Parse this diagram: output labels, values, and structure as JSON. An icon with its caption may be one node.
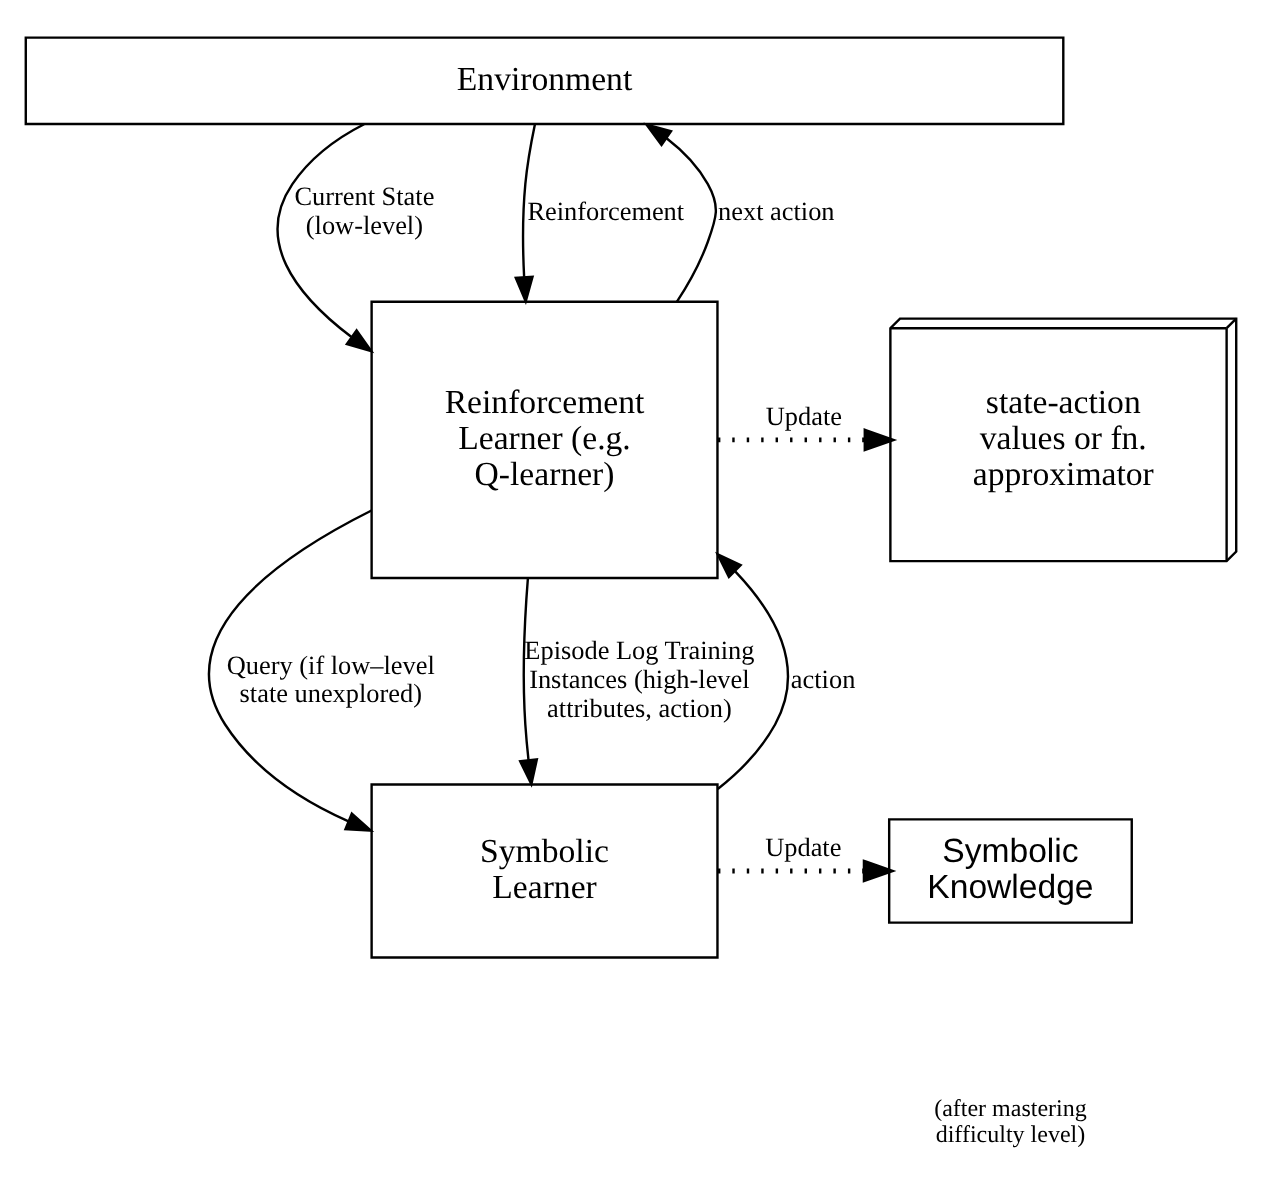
{
  "diagram": {
    "nodes": [
      {
        "text": [
          "Environment"
        ]
      },
      {
        "text": [
          "Reinforcement Learner (e.g. Q-learner)"
        ]
      },
      {
        "text": [
          "state-action values or fn. approximator"
        ]
      },
      {
        "text": [
          "Symbolic Learner"
        ]
      },
      {
        "text": [
          "Symbolic Knowledge"
        ]
      }
    ],
    "edges": [
      {
        "from": 0,
        "to": 1,
        "arrow": "to",
        "label": "Current State (low-level)"
      },
      {
        "from": 1,
        "to": 0,
        "arrow": "to",
        "label": "next action"
      },
      {
        "from": 0,
        "to": 1,
        "arrow": "to",
        "label": "Reinforcement"
      },
      {
        "from": 1,
        "to": 2,
        "arrow": "to",
        "label": "Update",
        "style": "dashed"
      },
      {
        "from": 1,
        "to": 3,
        "arrow": "to",
        "label": "Query (if low–level state unexplored)"
      },
      {
        "from": 3,
        "to": 1,
        "arrow": "to",
        "label": "action"
      },
      {
        "from": 1,
        "to": 3,
        "arrow": "to",
        "label": "Episode Log Training Instances (high-level attributes, action)"
      },
      {
        "from": 3,
        "to": 4,
        "arrow": "to",
        "label": "Update",
        "style": "dashed"
      }
    ],
    "labels": [
      "(after mastering difficulty level)"
    ]
  }
}
